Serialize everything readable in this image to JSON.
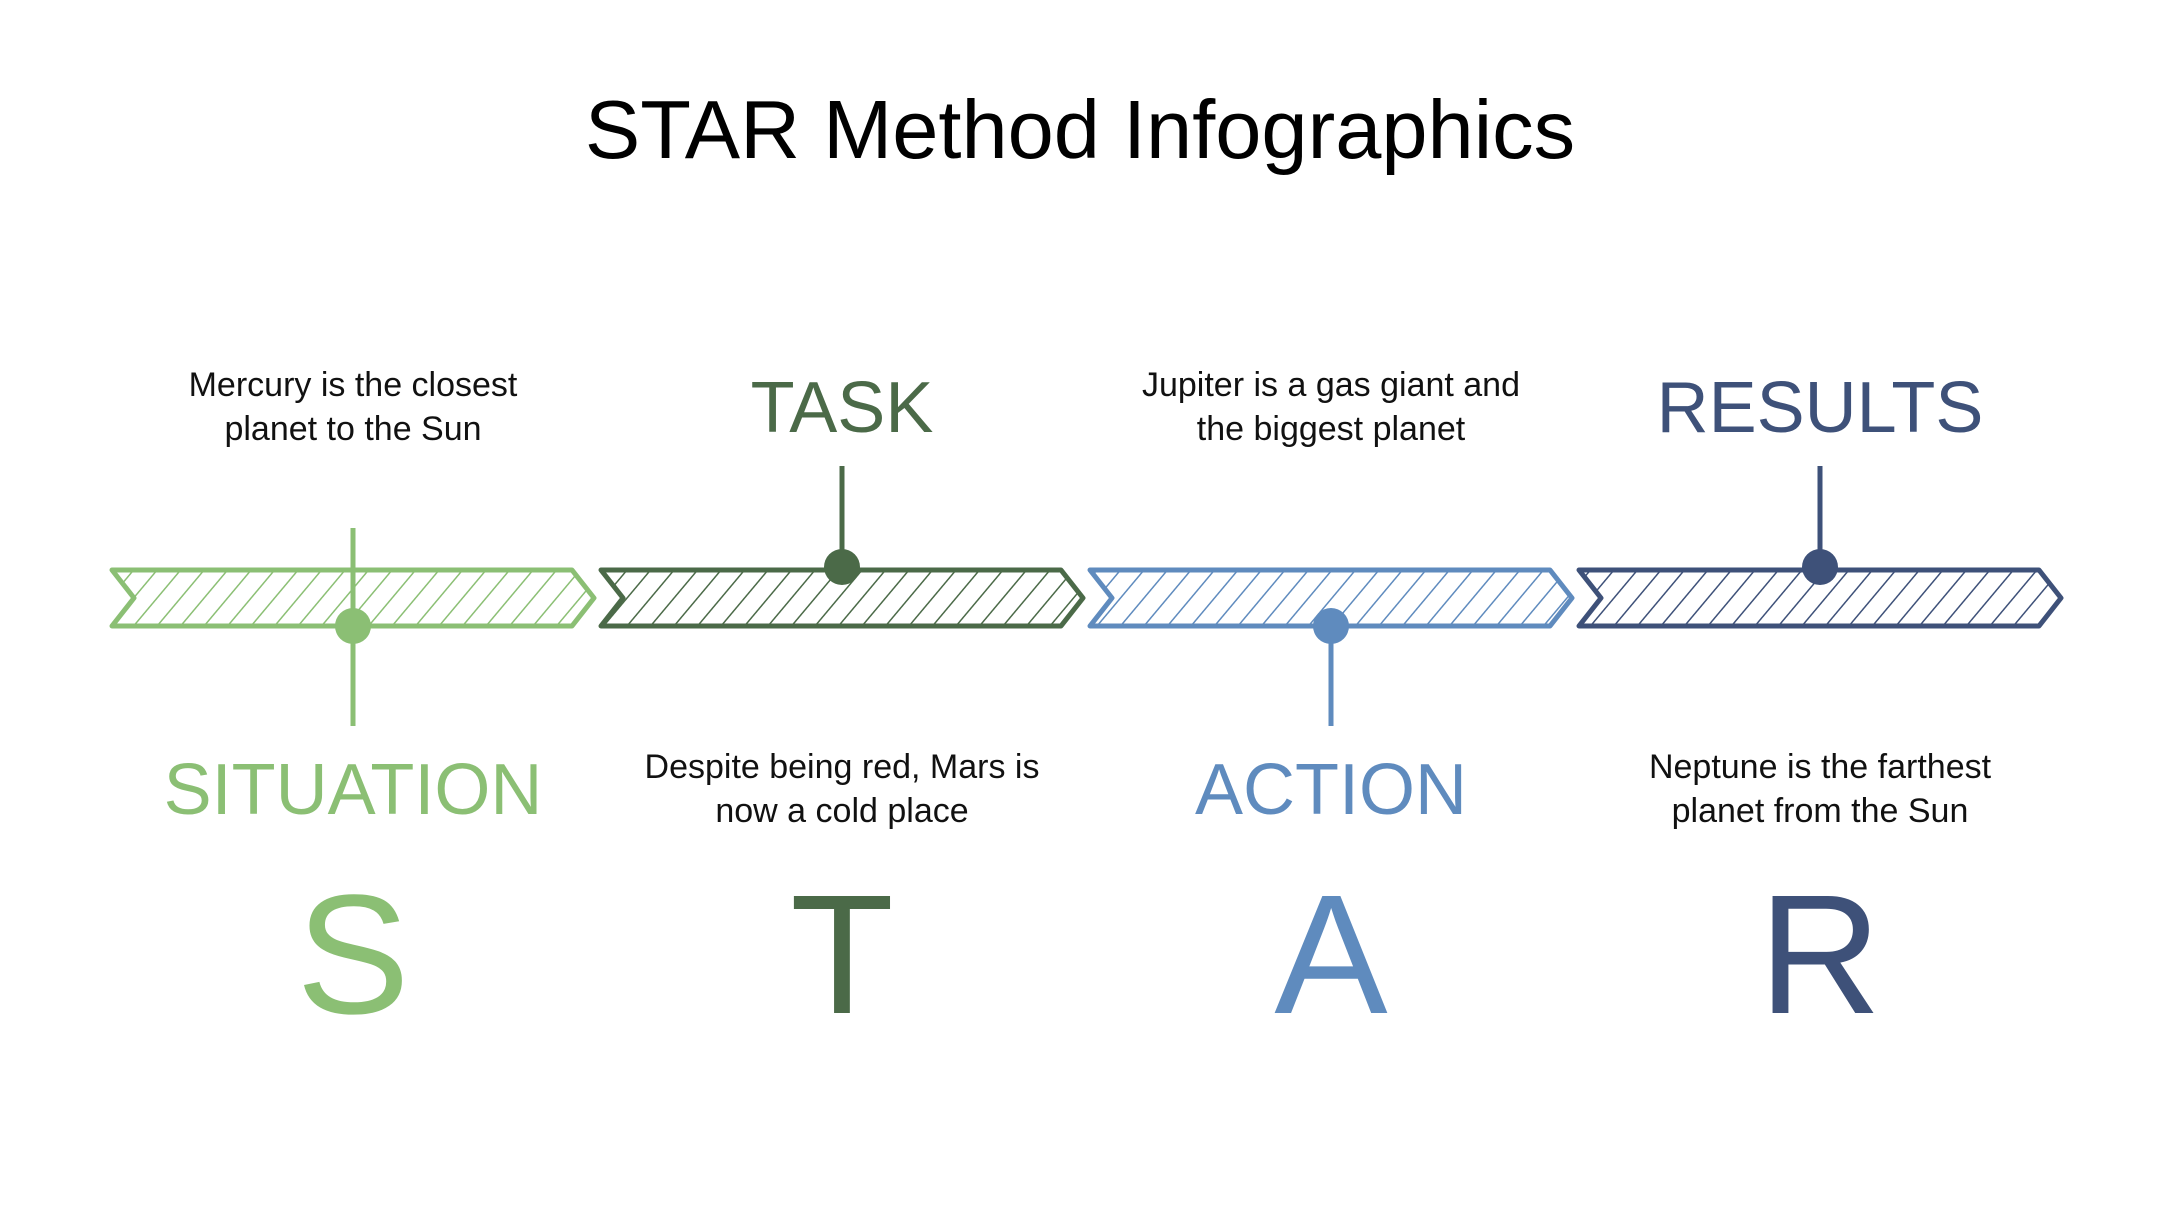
{
  "title": "STAR Method Infographics",
  "steps": [
    {
      "label": "SITUATION",
      "letter": "S",
      "desc_line1": "Mercury is the closest",
      "desc_line2": "planet to the Sun",
      "color": "#8BBF74"
    },
    {
      "label": "TASK",
      "letter": "T",
      "desc_line1": "Despite being red, Mars is",
      "desc_line2": "now a cold place",
      "color": "#4B6A48"
    },
    {
      "label": "ACTION",
      "letter": "A",
      "desc_line1": "Jupiter is a gas giant and",
      "desc_line2": "the biggest planet",
      "color": "#5F8BBE"
    },
    {
      "label": "RESULTS",
      "letter": "R",
      "desc_line1": "Neptune is the farthest",
      "desc_line2": "planet from the Sun",
      "color": "#3E5179"
    }
  ]
}
